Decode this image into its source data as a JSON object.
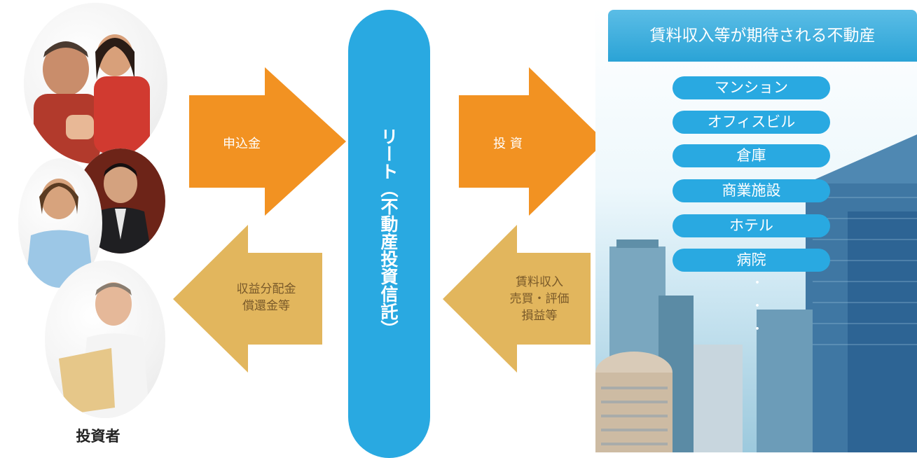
{
  "investor_label": "投資者",
  "arrows": {
    "subscription": "申込金",
    "investment": "投 資",
    "distribution": "収益分配金\n償還金等",
    "income": "賃料収入\n売買・評価\n損益等"
  },
  "reit": "リート（不動産投資信託）",
  "property_panel": {
    "title": "賃料収入等が期待される不動産",
    "items": [
      "マンション",
      "オフィスビル",
      "倉庫",
      "商業施設",
      "ホテル",
      "病院"
    ],
    "dots": [
      "・",
      "・",
      "・"
    ]
  },
  "colors": {
    "orange": "#f29222",
    "tan": "#e2b65d",
    "blue": "#29a9e1"
  }
}
